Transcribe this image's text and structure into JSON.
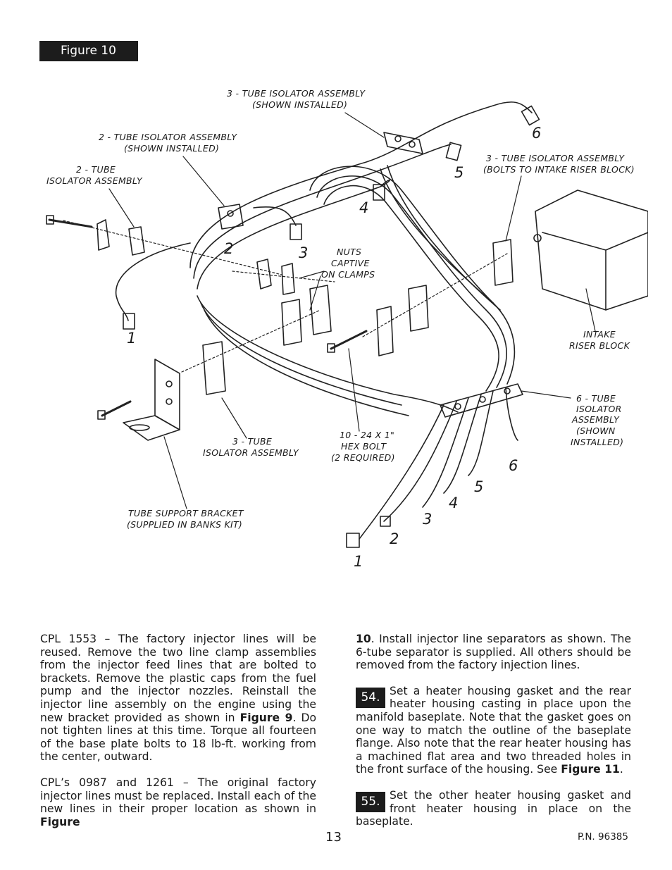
{
  "figure_label": "Figure 10",
  "callouts": {
    "tube3_installed_l1": "3 - TUBE ISOLATOR ASSEMBLY",
    "tube3_installed_l2": "(SHOWN INSTALLED)",
    "tube2_installed_l1": "2 - TUBE ISOLATOR ASSEMBLY",
    "tube2_installed_l2": "(SHOWN INSTALLED)",
    "tube2_l1": "2 - TUBE",
    "tube2_l2": "ISOLATOR ASSEMBLY",
    "tube3_riser_l1": "3 - TUBE ISOLATOR ASSEMBLY",
    "tube3_riser_l2": "(BOLTS TO INTAKE RISER BLOCK)",
    "nuts_l1": "NUTS",
    "nuts_l2": "CAPTIVE",
    "nuts_l3": "ON CLAMPS",
    "riser_l1": "INTAKE",
    "riser_l2": "RISER BLOCK",
    "tube6_l1": "6 - TUBE",
    "tube6_l2": "ISOLATOR",
    "tube6_l3": "ASSEMBLY",
    "tube6_l4": "(SHOWN",
    "tube6_l5": "INSTALLED)",
    "hexbolt_l1": "10 - 24 X 1\"",
    "hexbolt_l2": "HEX BOLT",
    "hexbolt_l3": "(2 REQUIRED)",
    "tube3_lower_l1": "3 - TUBE",
    "tube3_lower_l2": "ISOLATOR ASSEMBLY",
    "bracket_l1": "TUBE SUPPORT BRACKET",
    "bracket_l2": "(SUPPLIED IN BANKS KIT)"
  },
  "line_numbers": {
    "top": [
      "6",
      "5",
      "4"
    ],
    "mid": [
      "2",
      "3"
    ],
    "left": "1",
    "bottom": [
      "1",
      "2",
      "3",
      "4",
      "5",
      "6"
    ]
  },
  "left_column": {
    "p1": "CPL 1553 – The factory injector lines will be reused. Remove the two line clamp assemblies from the injector feed lines that are bolted to brackets. Remove the plastic caps from the fuel pump and the injector nozzles. Reinstall the injector line assembly on the engine using the new bracket provided as shown in ",
    "p1_ref": "Figure 9",
    "p1_tail": ". Do not tighten lines at this time. Torque all fourteen of the base plate bolts to 18 lb-ft. working from the center, outward.",
    "p2": "CPL’s 0987 and 1261 – The original factory injector lines must be replaced. Install each of the new lines in their proper location as shown in ",
    "p2_ref": "Figure"
  },
  "right_column": {
    "p1_ref": "10",
    "p1": ". Install injector line separators as shown. The 6-tube separator is supplied. All others should be removed from the factory injection lines.",
    "step54_num": "54.",
    "step54_text": "Set a heater housing gasket and the rear heater housing casting in place upon the manifold baseplate. Note that the gasket goes on one way to match the outline of the baseplate flange. Also note that the rear heater housing has a machined flat area and two threaded holes in the front surface of the housing. See ",
    "step54_ref": "Figure 11",
    "step54_tail": ".",
    "step55_num": "55.",
    "step55_text": "Set the other heater housing gasket and front heater housing in place on the baseplate."
  },
  "footer": {
    "page_number": "13",
    "part_number": "P.N. 96385"
  }
}
